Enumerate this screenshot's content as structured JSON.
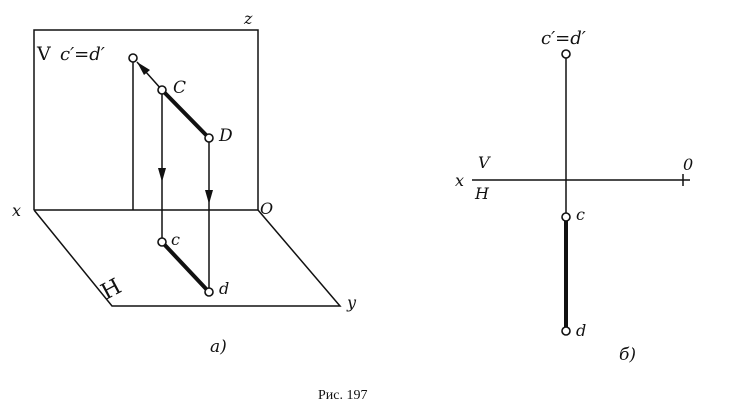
{
  "figure": {
    "caption": "Рис. 197"
  },
  "left_diagram": {
    "label_plane_v": "V",
    "label_plane_h": "H",
    "label_z": "z",
    "label_x": "x",
    "label_o": "O",
    "label_y": "y",
    "label_cd_front": "c′=d′",
    "label_c_upper": "C",
    "label_d_upper": "D",
    "label_c_lower": "c",
    "label_d_lower": "d",
    "sublabel": "a)"
  },
  "right_diagram": {
    "label_x": "x",
    "label_v": "V",
    "label_h": "H",
    "label_o": "0",
    "label_cd_front": "c′=d′",
    "label_c": "c",
    "label_d": "d",
    "sublabel": "б)"
  }
}
